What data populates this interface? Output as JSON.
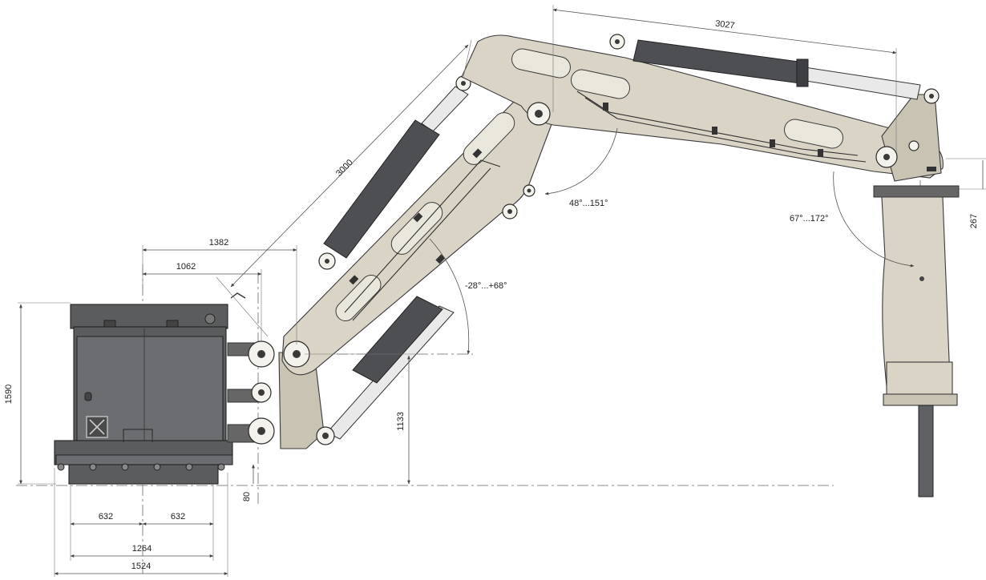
{
  "dimensions": {
    "boom1_length": "3000",
    "boom2_length": "3027",
    "reach_outer": "1382",
    "reach_inner": "1062",
    "base_height": "1590",
    "pivot_height": "1133",
    "foot_offset": "80",
    "half_width_left": "632",
    "half_width_right": "632",
    "bolt_span": "1264",
    "base_width": "1524",
    "tool_offset": "267"
  },
  "angles": {
    "boom1_range": "-28°...+68°",
    "boom2_range": "48°...151°",
    "tool_range": "67°...172°"
  },
  "colors": {
    "arm": "#d9d4c6",
    "cylinder": "#4d4f52",
    "base": "#5a5c5e"
  }
}
